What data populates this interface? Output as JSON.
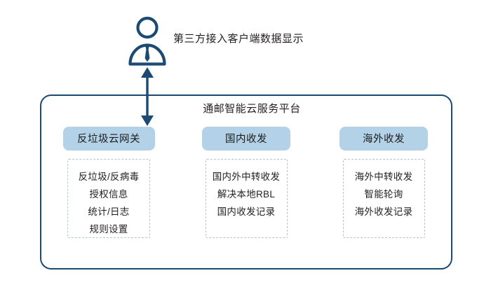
{
  "diagram": {
    "actor": {
      "icon": "person-user-icon",
      "caption": "第三方接入客户端数据显示"
    },
    "connector": {
      "type": "double-headed-arrow",
      "color": "#1b4a73"
    },
    "platform": {
      "title": "通邮智能云服务平台",
      "border_color": "#1b4a73",
      "pill_color": "#b3d2e8",
      "dashed_border_color": "#b7c4cf",
      "columns": [
        {
          "header": "反垃圾云网关",
          "items": [
            "反垃圾/反病毒",
            "授权信息",
            "统计/日志",
            "规则设置"
          ]
        },
        {
          "header": "国内收发",
          "items": [
            "国内外中转收发",
            "解决本地RBL",
            "国内收发记录"
          ]
        },
        {
          "header": "海外收发",
          "items": [
            "海外中转收发",
            "智能轮询",
            "海外收发记录"
          ]
        }
      ]
    }
  }
}
